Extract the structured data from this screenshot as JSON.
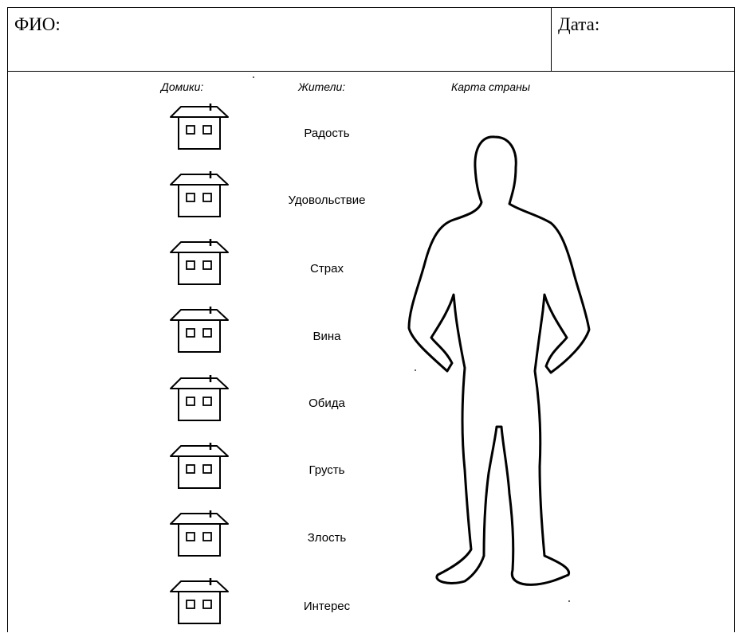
{
  "form": {
    "name_label": "ФИО:",
    "date_label": "Дата:"
  },
  "worksheet": {
    "houses_header": "Домики:",
    "residents_header": "Жители:",
    "map_header": "Карта страны",
    "residents": [
      "Радость",
      "Удовольствие",
      "Страх",
      "Вина",
      "Обида",
      "Грусть",
      "Злость",
      "Интерес"
    ]
  }
}
